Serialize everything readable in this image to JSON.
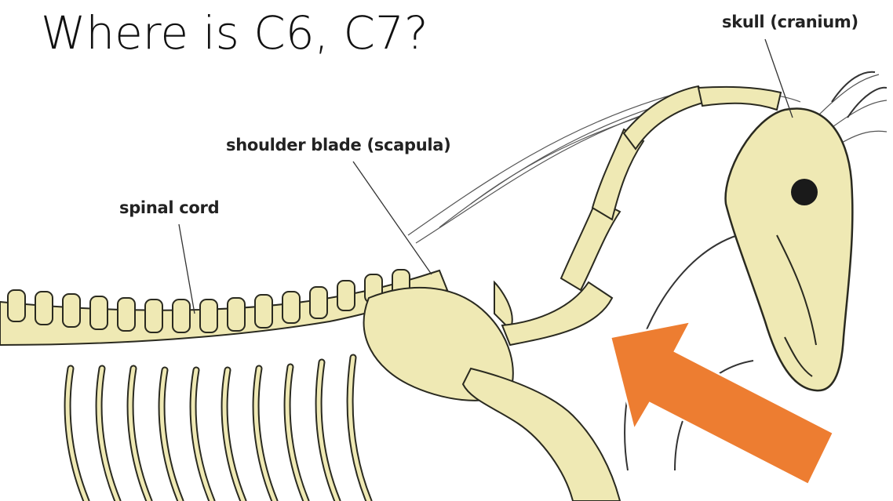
{
  "slide": {
    "title": "Where is C6, C7?"
  },
  "labels": {
    "skull": "skull (cranium)",
    "scapula": "shoulder blade (scapula)",
    "spinal_cord": "spinal cord"
  },
  "colors": {
    "bone": "#efe9b4",
    "bone_outline": "#2a2a20",
    "arrow": "#ed7d31"
  }
}
